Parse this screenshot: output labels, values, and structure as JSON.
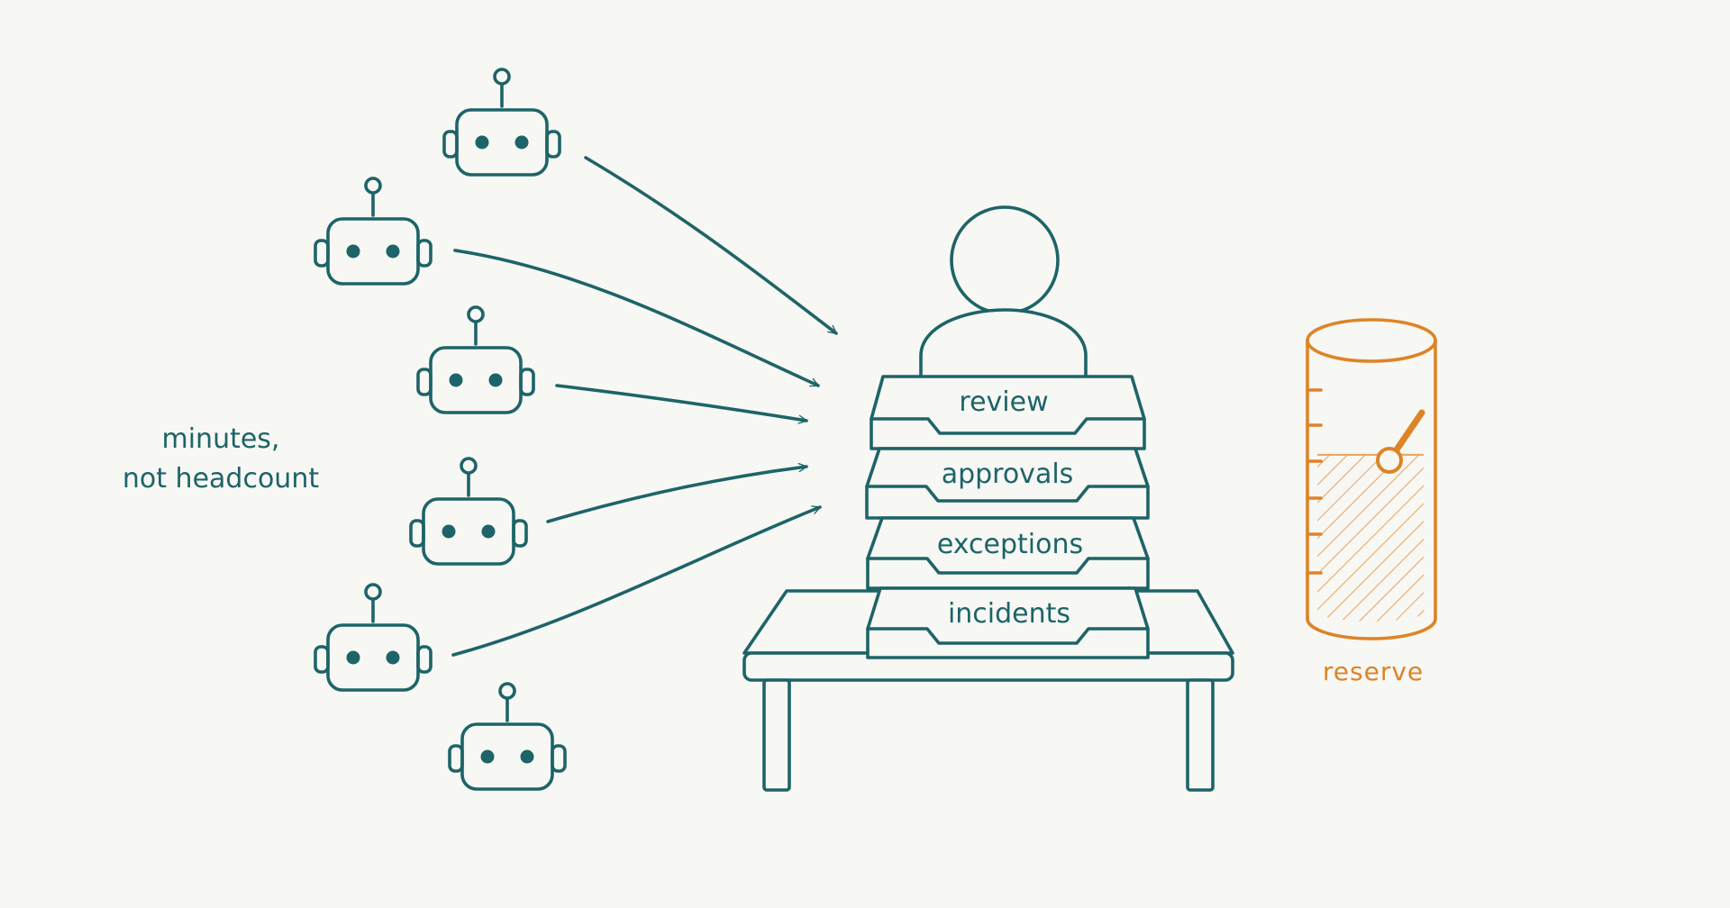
{
  "note": {
    "line1": "minutes,",
    "line2": "not headcount"
  },
  "trays": [
    {
      "label": "review"
    },
    {
      "label": "approvals"
    },
    {
      "label": "exceptions"
    },
    {
      "label": "incidents"
    }
  ],
  "reserve": {
    "label": "reserve",
    "level_fraction": 0.63
  },
  "colors": {
    "ink": "#1d6468",
    "accent": "#dd8426",
    "background": "#f7f7f4"
  }
}
